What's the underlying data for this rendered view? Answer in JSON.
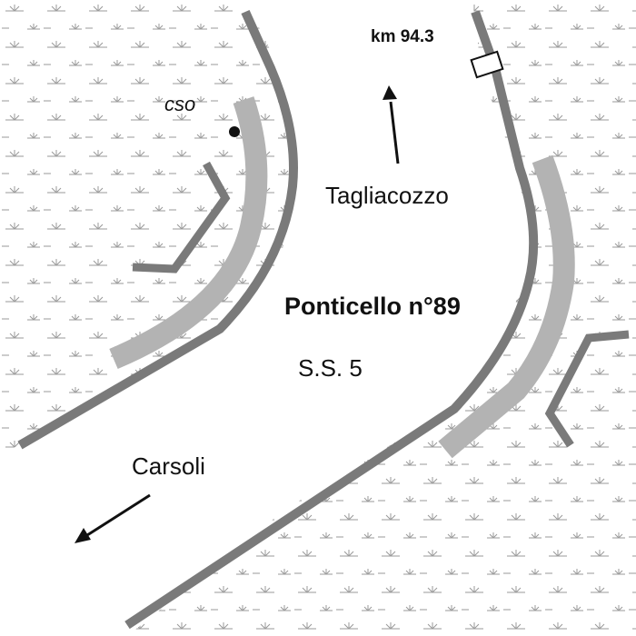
{
  "map": {
    "bridge_name": "Ponticello n°89",
    "road_name": "S.S. 5",
    "kilometre_marker": "km  94.3",
    "point_label": "cso",
    "destination_north": "Tagliacozzo",
    "destination_south": "Carsoli",
    "colors": {
      "road_edge": "#7a7a7a",
      "embankment": "#b3b3b3",
      "vegetation_symbol": "#9a9a9a",
      "text": "#111111"
    },
    "icons": [
      "marsh-vegetation-pattern",
      "kilometre-marker-icon",
      "point-marker-icon",
      "arrow-north-icon",
      "arrow-south-icon"
    ]
  }
}
